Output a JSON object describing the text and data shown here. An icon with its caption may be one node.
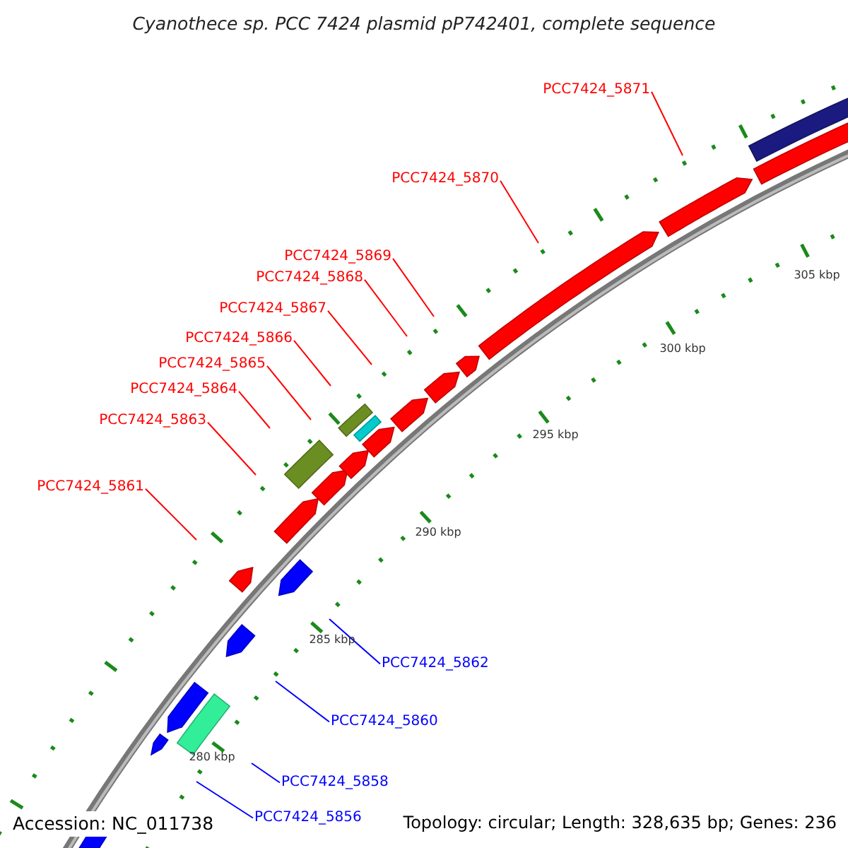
{
  "diagram": {
    "title": "Cyanothece sp. PCC 7424 plasmid pP742401, complete sequence",
    "nodes": [
      {
        "text": [
          "PCC7424_5871"
        ]
      },
      {
        "text": [
          "PCC7424_5870"
        ]
      },
      {
        "text": [
          "PCC7424_5869"
        ]
      },
      {
        "text": [
          "PCC7424_5868"
        ]
      },
      {
        "text": [
          "PCC7424_5867"
        ]
      },
      {
        "text": [
          "PCC7424_5866"
        ]
      },
      {
        "text": [
          "PCC7424_5865"
        ]
      },
      {
        "text": [
          "PCC7424_5864"
        ]
      },
      {
        "text": [
          "PCC7424_5863"
        ]
      },
      {
        "text": [
          "PCC7424_5861"
        ]
      },
      {
        "text": [
          "PCC7424_5862"
        ]
      },
      {
        "text": [
          "PCC7424_5860"
        ]
      },
      {
        "text": [
          "PCC7424_5858"
        ]
      },
      {
        "text": [
          "PCC7424_5856"
        ]
      }
    ],
    "edges": [
      {
        "from": 0,
        "to": null,
        "arrow": "none"
      },
      {
        "from": 1,
        "to": null,
        "arrow": "none"
      },
      {
        "from": 2,
        "to": null,
        "arrow": "none"
      },
      {
        "from": 3,
        "to": null,
        "arrow": "none"
      },
      {
        "from": 4,
        "to": null,
        "arrow": "none"
      },
      {
        "from": 5,
        "to": null,
        "arrow": "none"
      },
      {
        "from": 6,
        "to": null,
        "arrow": "none"
      },
      {
        "from": 7,
        "to": null,
        "arrow": "none"
      },
      {
        "from": 8,
        "to": null,
        "arrow": "none"
      },
      {
        "from": 9,
        "to": null,
        "arrow": "none"
      },
      {
        "from": 10,
        "to": null,
        "arrow": "none",
        "color": "#0000ff"
      },
      {
        "from": 11,
        "to": null,
        "arrow": "none",
        "color": "#0000ff"
      },
      {
        "from": 12,
        "to": null,
        "arrow": "none",
        "color": "#0000ff"
      },
      {
        "from": 13,
        "to": null,
        "arrow": "none",
        "color": "#0000ff"
      }
    ],
    "labels": [
      "305 kbp",
      "300 kbp",
      "295 kbp",
      "290 kbp",
      "285 kbp",
      "280 kbp",
      "Accession: NC_011738",
      "Topology: circular; Length: 328,635 bp; Genes: 236"
    ]
  }
}
